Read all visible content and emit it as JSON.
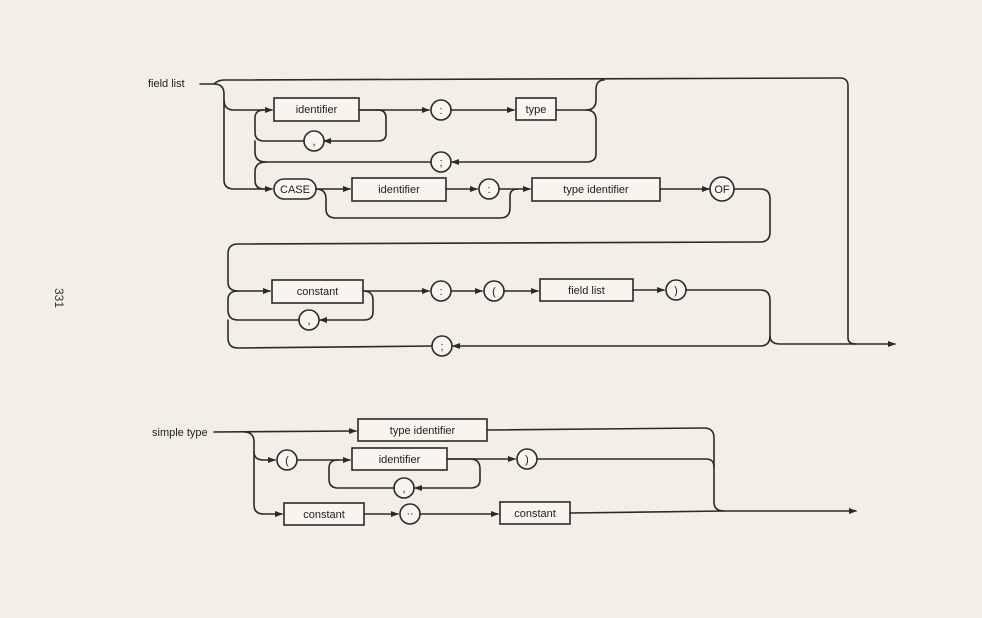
{
  "page": {
    "number": "331"
  },
  "field_list_diagram": {
    "title": "field list",
    "identifier_box": "identifier",
    "colon_1": ":",
    "type_box": "type",
    "comma_1": ",",
    "semicolon_1": ";",
    "case_keyword": "CASE",
    "case_identifier_box": "identifier",
    "colon_2": ":",
    "type_identifier_box": "type identifier",
    "of_keyword": "OF",
    "constant_box": "constant",
    "colon_3": ":",
    "open_paren": "(",
    "field_list_box": "field list",
    "close_paren": ")",
    "comma_2": ",",
    "semicolon_2": ";"
  },
  "simple_type_diagram": {
    "title": "simple type",
    "type_identifier_box": "type identifier",
    "open_paren": "(",
    "identifier_box": "identifier",
    "close_paren": ")",
    "comma": ",",
    "constant_box_1": "constant",
    "range_dots": "··",
    "constant_box_2": "constant"
  }
}
